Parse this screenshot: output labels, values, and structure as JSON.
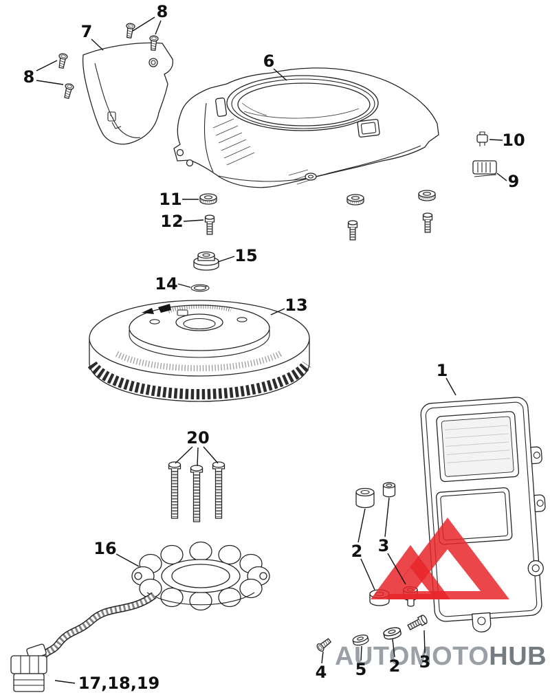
{
  "diagram": {
    "callouts": {
      "c8_top": "8",
      "c7": "7",
      "c8_left": "8",
      "c6": "6",
      "c10": "10",
      "c9": "9",
      "c11": "11",
      "c12": "12",
      "c15": "15",
      "c14": "14",
      "c13": "13",
      "c1": "1",
      "c20": "20",
      "c16": "16",
      "c2_upper": "2",
      "c3_upper": "3",
      "c4": "4",
      "c5": "5",
      "c2_lower": "2",
      "c3_lower": "3",
      "c17_18_19": "17,18,19"
    },
    "watermark": {
      "brand_regular": "AUTOMOTO",
      "brand_bold": "HUB",
      "logo_color": "#E8262A",
      "brand_regular_color": "#9AA0A6",
      "brand_bold_color": "#747B81"
    }
  }
}
